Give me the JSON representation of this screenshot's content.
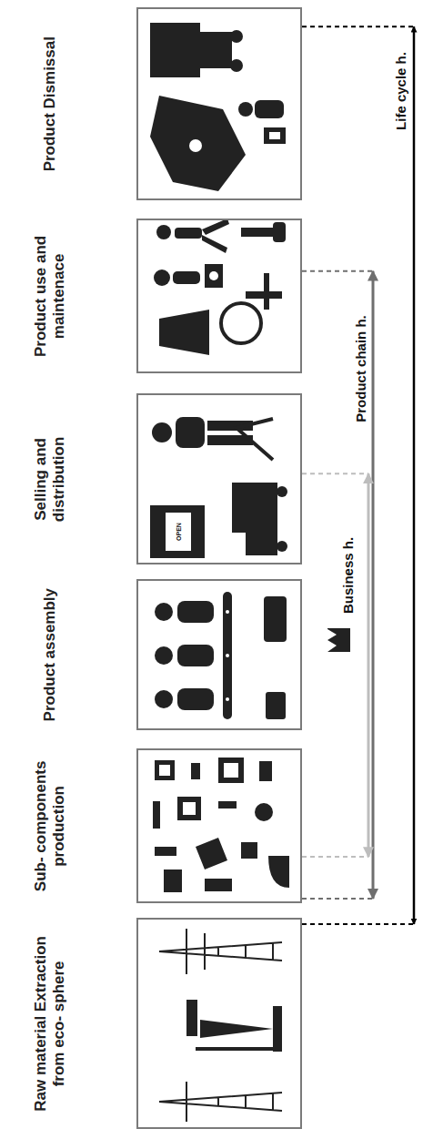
{
  "diagram": {
    "nodes": [
      {
        "text": [
          "Raw material Extraction from eco- sphere"
        ]
      },
      {
        "text": [
          "Sub- components production"
        ]
      },
      {
        "text": [
          "Product assembly"
        ]
      },
      {
        "text": [
          "Selling and distribution"
        ]
      },
      {
        "text": [
          "Product use and maintenace"
        ]
      },
      {
        "text": [
          "Product Dismissal"
        ]
      }
    ],
    "edges": [
      {
        "from": 0,
        "to": 5,
        "label": "Life cycle h.",
        "arrow": "both"
      },
      {
        "from": 1,
        "to": 4,
        "label": "Product chain h.",
        "arrow": "both"
      },
      {
        "from": 1,
        "to": 3,
        "label": "Business h.",
        "arrow": "both"
      }
    ],
    "labels": [
      "OPEN"
    ]
  }
}
